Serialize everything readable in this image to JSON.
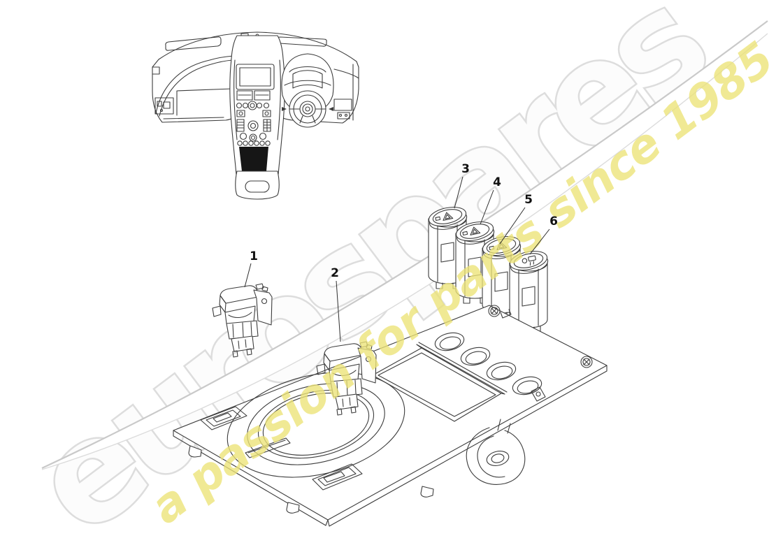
{
  "watermark": {
    "brand_text": "eurospares",
    "tagline_text": "a passion for parts since 1985",
    "brand_fill": "#fcfcfc",
    "brand_outline": "#dddddd",
    "tagline_color": "#ece377",
    "swoosh_edge_color": "#c9c9c9"
  },
  "diagram": {
    "line_color": "#3c3c3c",
    "callouts": [
      {
        "number": "1"
      },
      {
        "number": "2"
      },
      {
        "number": "3"
      },
      {
        "number": "4"
      },
      {
        "number": "5"
      },
      {
        "number": "6"
      }
    ],
    "icons": {
      "switch_3_glyph": "hazard-triangle-icon",
      "switch_4_glyph": "hazard-triangle-icon",
      "switch_5_glyph": "hazard-triangle-icon",
      "switch_6_glyph": "boot-release-icon"
    }
  }
}
